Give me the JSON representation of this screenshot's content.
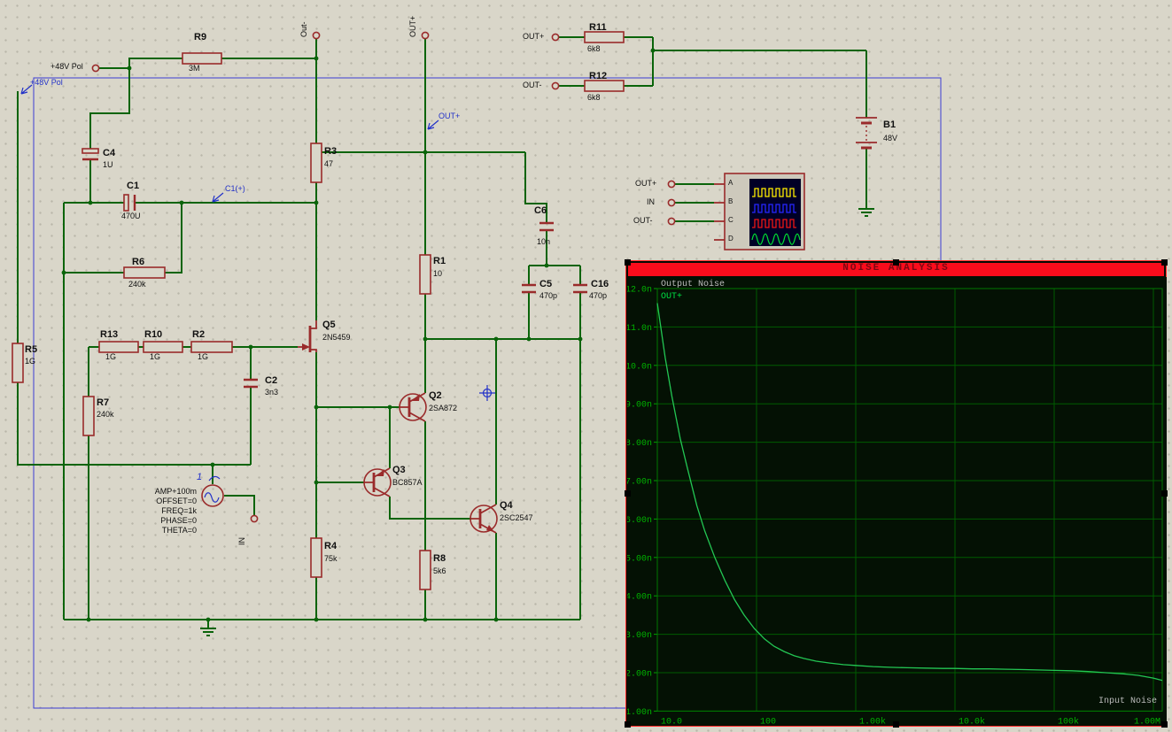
{
  "schematic": {
    "components": {
      "r9": {
        "ref": "R9",
        "value": "3M"
      },
      "r11": {
        "ref": "R11",
        "value": "6k8"
      },
      "r12": {
        "ref": "R12",
        "value": "6k8"
      },
      "b1": {
        "ref": "B1",
        "value": "48V"
      },
      "c4": {
        "ref": "C4",
        "value": "1U"
      },
      "c1": {
        "ref": "C1",
        "value": "470U"
      },
      "r6": {
        "ref": "R6",
        "value": "240k"
      },
      "r5": {
        "ref": "R5",
        "value": "1G"
      },
      "r13": {
        "ref": "R13",
        "value": "1G"
      },
      "r10": {
        "ref": "R10",
        "value": "1G"
      },
      "r2": {
        "ref": "R2",
        "value": "1G"
      },
      "r7": {
        "ref": "R7",
        "value": "240k"
      },
      "c2": {
        "ref": "C2",
        "value": "3n3"
      },
      "q5": {
        "ref": "Q5",
        "value": "2N5459"
      },
      "r3": {
        "ref": "R3",
        "value": "47"
      },
      "r1": {
        "ref": "R1",
        "value": "10"
      },
      "c6": {
        "ref": "C6",
        "value": "10n"
      },
      "c5": {
        "ref": "C5",
        "value": "470p"
      },
      "c16": {
        "ref": "C16",
        "value": "470p"
      },
      "q2": {
        "ref": "Q2",
        "value": "2SA872"
      },
      "q3": {
        "ref": "Q3",
        "value": "BC857A"
      },
      "q4": {
        "ref": "Q4",
        "value": "2SC2547"
      },
      "r4": {
        "ref": "R4",
        "value": "75k"
      },
      "r8": {
        "ref": "R8",
        "value": "5k6"
      }
    },
    "terminals": {
      "out_minus_top": "Out-",
      "out_plus_top": "OUT+",
      "plus48_pol": "+48V Pol",
      "r11_out_plus": "OUT+",
      "r12_out_minus": "OUT-",
      "in_bottom": "IN",
      "scope_a": "OUT+",
      "scope_b": "IN",
      "scope_c": "OUT-"
    },
    "net_labels": {
      "plus48": "+48V Pol",
      "c1_plus": "C1(+)",
      "out_plus": "OUT+",
      "probe_1": "1"
    },
    "generator": {
      "params": [
        "AMP+100m",
        "OFFSET=0",
        "FREQ=1k",
        "PHASE=0",
        "THETA=0"
      ]
    },
    "oscilloscope": {
      "channels": [
        "A",
        "B",
        "C",
        "D"
      ]
    }
  },
  "chart_data": {
    "type": "line",
    "title": "NOISE ANALYSIS",
    "x_scale": "log",
    "xlim": [
      10,
      1000000
    ],
    "ylim": [
      1e-09,
      1.2e-08
    ],
    "unit": "n",
    "grid": true,
    "left_label": "Output Noise",
    "right_label": "Input Noise",
    "legend": [
      "OUT+"
    ],
    "y_ticks": [
      "12.0n",
      "11.0n",
      "10.0n",
      "9.00n",
      "8.00n",
      "7.00n",
      "6.00n",
      "5.00n",
      "4.00n",
      "3.00n",
      "2.00n",
      "1.00n"
    ],
    "x_ticks": [
      {
        "label": "10.0",
        "f": 10
      },
      {
        "label": "100",
        "f": 100
      },
      {
        "label": "1.00k",
        "f": 1000
      },
      {
        "label": "10.0k",
        "f": 10000
      },
      {
        "label": "100k",
        "f": 100000
      },
      {
        "label": "1.00M",
        "f": 1000000
      }
    ],
    "series": [
      {
        "name": "OUT+",
        "points": [
          [
            10,
            11.62
          ],
          [
            12,
            10.2
          ],
          [
            14,
            9.2
          ],
          [
            17,
            8.1
          ],
          [
            20,
            7.35
          ],
          [
            25,
            6.35
          ],
          [
            30,
            5.7
          ],
          [
            38,
            5.0
          ],
          [
            48,
            4.4
          ],
          [
            60,
            3.9
          ],
          [
            75,
            3.5
          ],
          [
            95,
            3.15
          ],
          [
            120,
            2.88
          ],
          [
            150,
            2.69
          ],
          [
            190,
            2.55
          ],
          [
            240,
            2.44
          ],
          [
            300,
            2.37
          ],
          [
            400,
            2.3
          ],
          [
            550,
            2.25
          ],
          [
            750,
            2.21
          ],
          [
            1000,
            2.19
          ],
          [
            1500,
            2.16
          ],
          [
            2200,
            2.14
          ],
          [
            3300,
            2.13
          ],
          [
            5000,
            2.12
          ],
          [
            7500,
            2.11
          ],
          [
            10000,
            2.11
          ],
          [
            15000,
            2.1
          ],
          [
            22000,
            2.1
          ],
          [
            33000,
            2.09
          ],
          [
            50000,
            2.08
          ],
          [
            75000,
            2.07
          ],
          [
            100000,
            2.06
          ],
          [
            150000,
            2.05
          ],
          [
            220000,
            2.03
          ],
          [
            330000,
            2.0
          ],
          [
            500000,
            1.97
          ],
          [
            700000,
            1.93
          ],
          [
            1000000,
            1.86
          ],
          [
            1300000,
            1.8
          ]
        ]
      }
    ]
  }
}
